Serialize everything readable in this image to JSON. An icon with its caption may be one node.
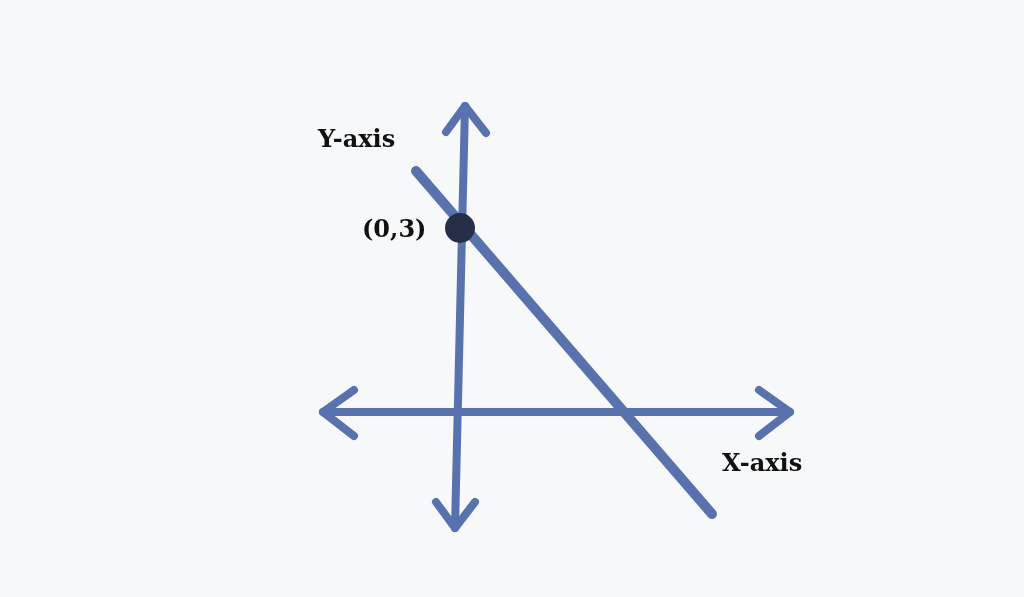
{
  "diagram": {
    "labels": [
      "Y-axis",
      "(0,3)",
      "X-axis"
    ]
  }
}
